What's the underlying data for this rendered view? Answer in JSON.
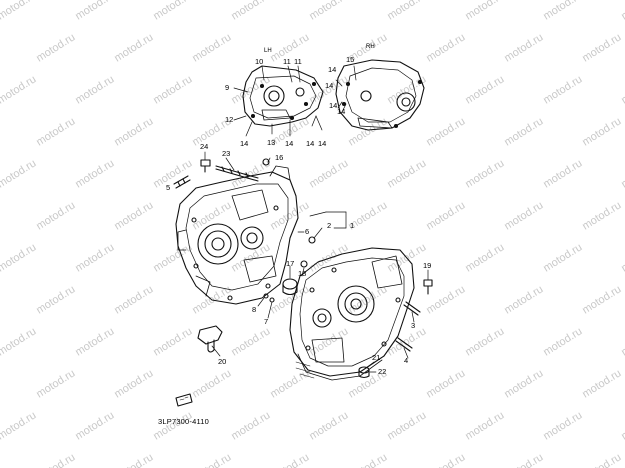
{
  "diagram": {
    "cover_labels": {
      "left": "LH",
      "right": "RH"
    },
    "callouts": [
      "1",
      "2",
      "3",
      "4",
      "5",
      "6",
      "7",
      "8",
      "9",
      "10",
      "11",
      "12",
      "13",
      "14",
      "15",
      "16",
      "17",
      "18",
      "19",
      "20",
      "21",
      "22",
      "23",
      "24"
    ],
    "callouts_extra": [
      "11",
      "14",
      "14",
      "14",
      "14",
      "14",
      "14",
      "14",
      "14"
    ],
    "part_code": "3LP7300-4110",
    "watermark": "motod.ru"
  }
}
